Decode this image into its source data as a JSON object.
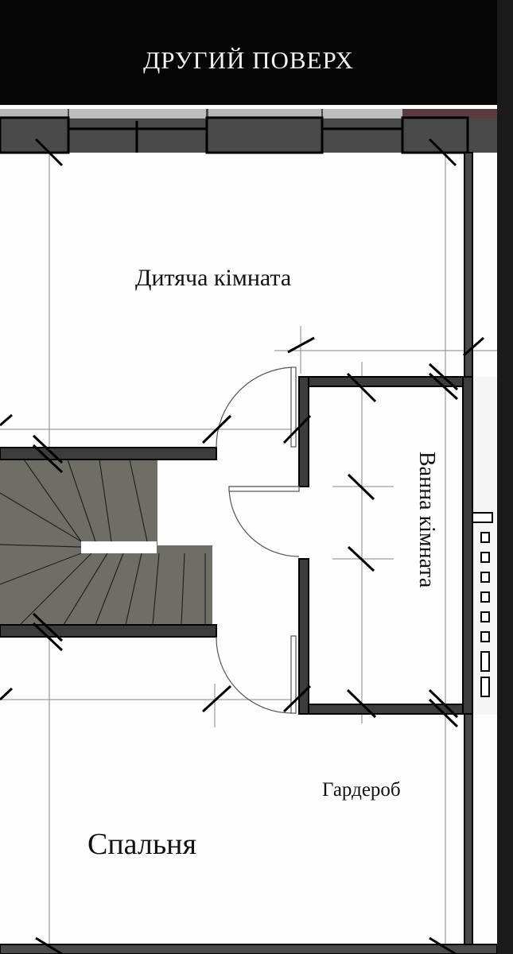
{
  "header": {
    "title": "ДРУГИЙ ПОВЕРХ"
  },
  "rooms": {
    "kids_room": "Дитяча кімната",
    "bathroom": "Ванна кімната",
    "wardrobe": "Гардероб",
    "bedroom": "Спальня"
  },
  "colors": {
    "wall": "#4a4a4a",
    "stairs": "#6e6e66",
    "header": "#050505"
  }
}
